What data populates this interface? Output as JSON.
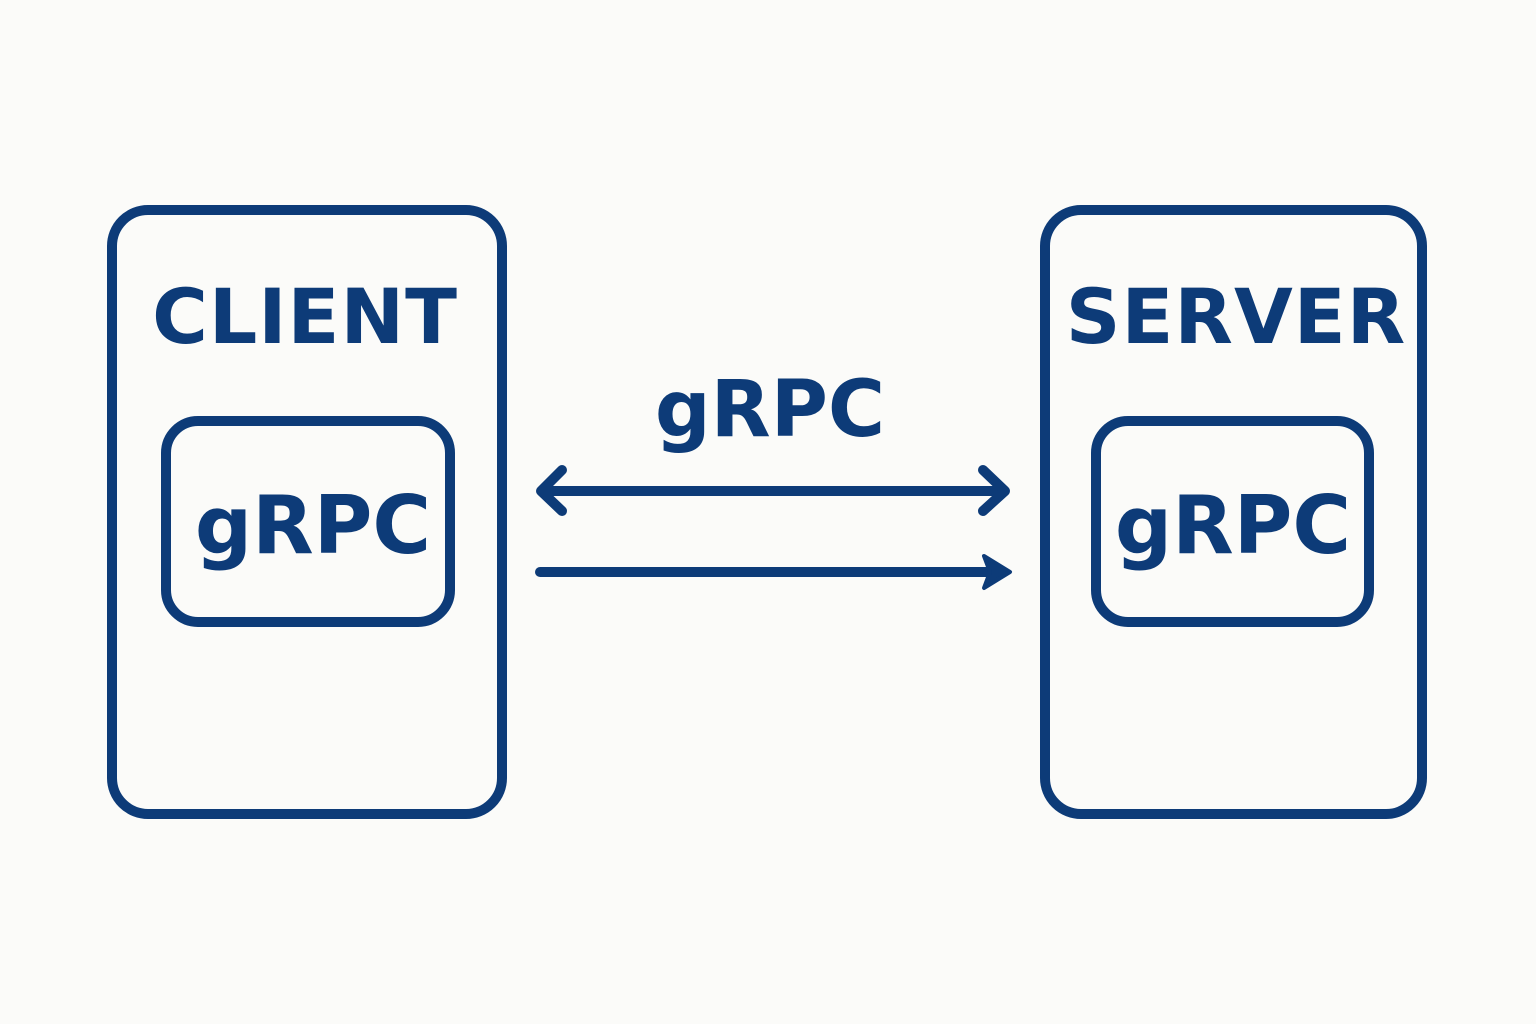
{
  "colors": {
    "primary": "#0d3b78",
    "background": "#fbfbf9"
  },
  "client": {
    "title": "CLIENT",
    "inner_label": "gRPC"
  },
  "server": {
    "title": "SERVER",
    "inner_label": "gRPC"
  },
  "connection": {
    "label": "gRPC",
    "arrows": [
      "bidirectional",
      "client-to-server"
    ]
  }
}
